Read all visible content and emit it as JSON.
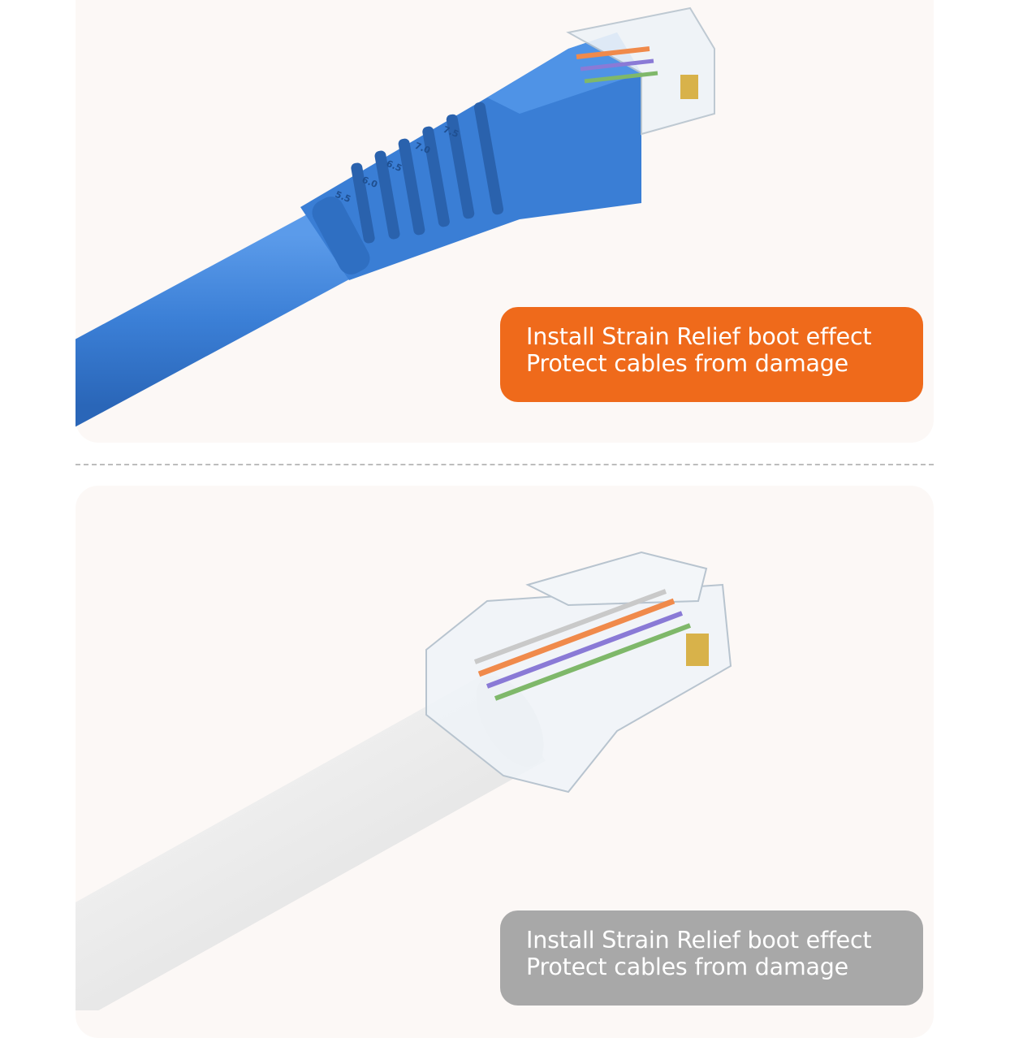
{
  "colors": {
    "accent_orange": "#ef6a1b",
    "caption_gray": "#a8a8a8",
    "cable_blue": "#3b7fd6",
    "cable_white": "#ececec"
  },
  "top_section": {
    "caption": {
      "line1": "Install Strain Relief boot effect",
      "line2": "Protect cables from damage"
    },
    "boot_markings": [
      "7.5",
      "7.0",
      "6.5",
      "6.0",
      "5.5"
    ]
  },
  "bottom_section": {
    "caption": {
      "line1": "Install Strain Relief boot effect",
      "line2": "Protect cables from damage"
    }
  }
}
